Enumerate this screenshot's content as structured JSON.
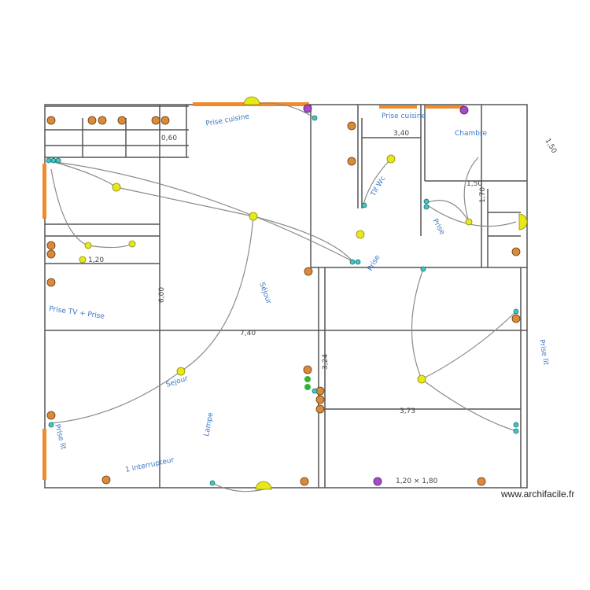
{
  "dimensions": {
    "width_total": "7,40",
    "height_total": "6,00",
    "d_kitchen": "1,50",
    "d_corridor_a": "3,40",
    "d_corridor_b": "1,70",
    "d_small_a": "1,20",
    "d_mid_right": "3,24",
    "d_room_right": "3,73",
    "d_bottom_right": "1,20 × 1,80",
    "d_top_left_box": "0,60",
    "d_side_right": "1,50"
  },
  "notes": {
    "n1": "Prise cuisine",
    "n2": "Sejour",
    "n3": "Prise TV + Prise",
    "n4": "Séjour",
    "n5": "Chambre",
    "n6": "Prise cuisine",
    "n7": "Prise lit",
    "n8": "Prise lit",
    "n9": "1 interrupteur",
    "n10": "Lampe",
    "n11": "Tlf Wc",
    "n12": "Prise",
    "n13": "Prise"
  },
  "legend": {
    "outlet_color": "#d98a3a",
    "light_color": "#e8e818",
    "switch_color": "#3fc7c7",
    "network_color": "#a64ac9",
    "radiator_color": "#f08a2a",
    "green_color": "#33b533"
  },
  "watermark": "www.archifacile.fr"
}
